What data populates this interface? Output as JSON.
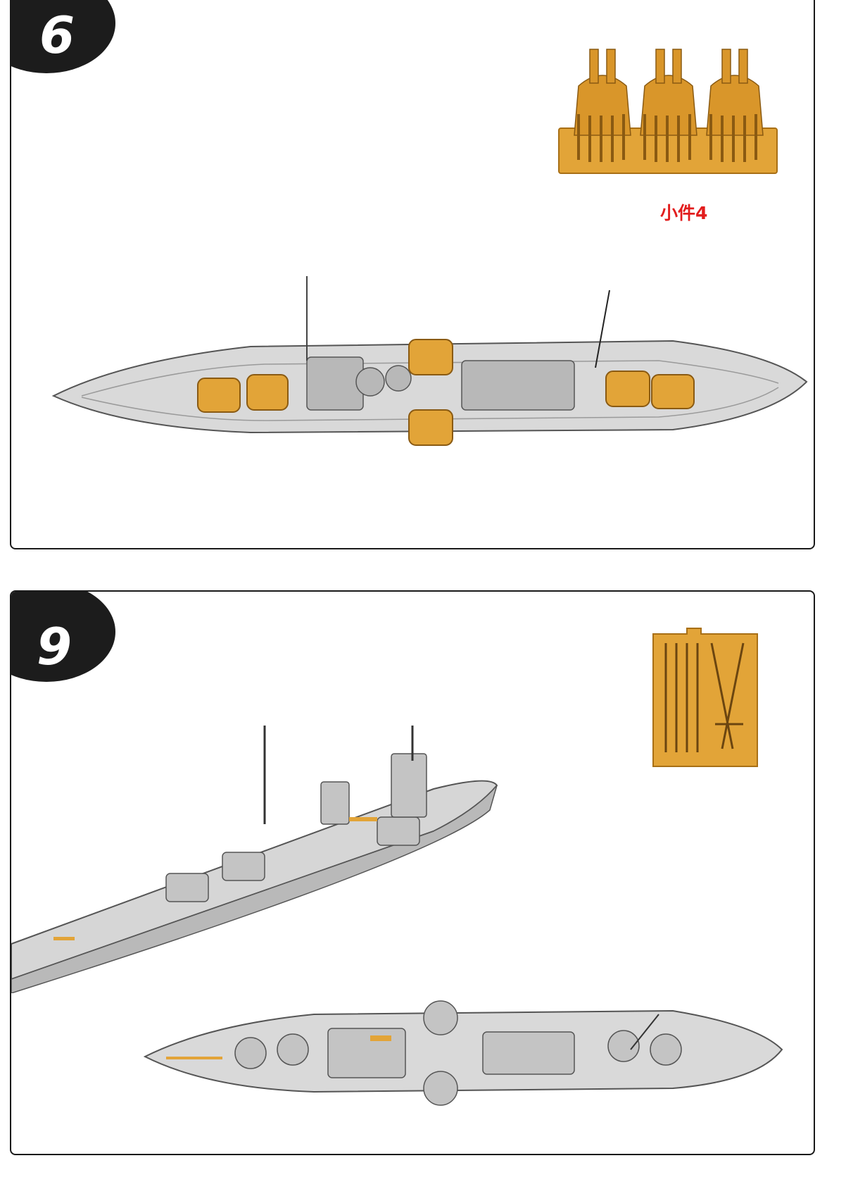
{
  "steps": [
    {
      "number": "6",
      "part_label": "小件4"
    },
    {
      "number": "9"
    }
  ],
  "colors": {
    "badge": "#1c1c1c",
    "part_highlight": "#e2a438",
    "hull_gray": "#d9d9d9",
    "label_red": "#e21d1d",
    "border": "#1a1a1a"
  },
  "icons": {
    "sprue_turrets": "turret-sprue-icon",
    "sprue_small_parts": "small-parts-sprue-icon"
  }
}
